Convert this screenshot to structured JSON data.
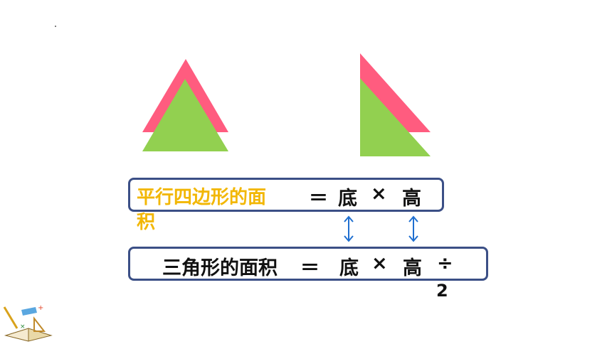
{
  "colors": {
    "pink": "#ff5c7f",
    "green": "#92d050",
    "box_border": "#3b4f86",
    "label_yellow": "#f2b705",
    "arrow_blue": "#1f6fd0"
  },
  "formula_parallelogram": {
    "label_line1": "平行四边形的面",
    "label_line2": "积",
    "equals": "＝",
    "base": "底",
    "times": "×",
    "height": "高"
  },
  "formula_triangle": {
    "label": "三角形的面积",
    "equals": "＝",
    "base": "底",
    "times": "×",
    "height": "高",
    "divide": "÷",
    "divisor": "2"
  },
  "icons": [
    "double-arrow-icon",
    "double-arrow-icon",
    "math-book-icon"
  ]
}
